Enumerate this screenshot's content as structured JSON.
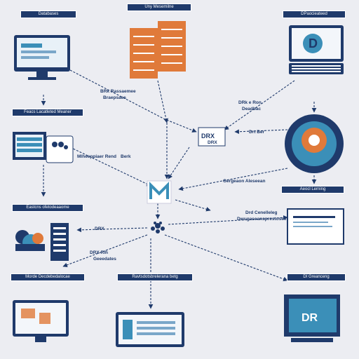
{
  "nodes": {
    "databases": "Databases",
    "top_center": "Uny Mesemilne",
    "top_right": "DPaocieateed",
    "left_mid": "Feacs Lacatleted Meaner",
    "right_mid": "Aeocl Lerning",
    "left_low": "Eastcns ofetodeaaome",
    "bottom_left": "Morde Decdebedalocae",
    "bottom_center": "Ravtsdotsbrelerana betg",
    "bottom_right": "DI Greanceng"
  },
  "edge_labels": {
    "e1": "BRk Rassaemee",
    "e1b": "Braepsaes",
    "e2": "DRk e Ron",
    "e2b": "Deadbac",
    "e3": "Mlheeppiaer Rend",
    "e3b": "Berk",
    "e4": "Drt Ber",
    "e5": "Gergeaon Aleseean",
    "e6": "DRX",
    "e7": "DRX Rlh",
    "e7b": "Geeedates",
    "e8": "Drd Cenelleleg",
    "e8b": "Dwugaseansprestosee"
  },
  "hubs": {
    "drx_top": "DRX",
    "drx_top_sub": "DRX",
    "monitor_right": "D",
    "screen_br": "DR"
  },
  "colors": {
    "navy": "#1f3a6b",
    "orange": "#e07a3a",
    "teal": "#3b8fb8",
    "bg": "#ecedf2"
  }
}
